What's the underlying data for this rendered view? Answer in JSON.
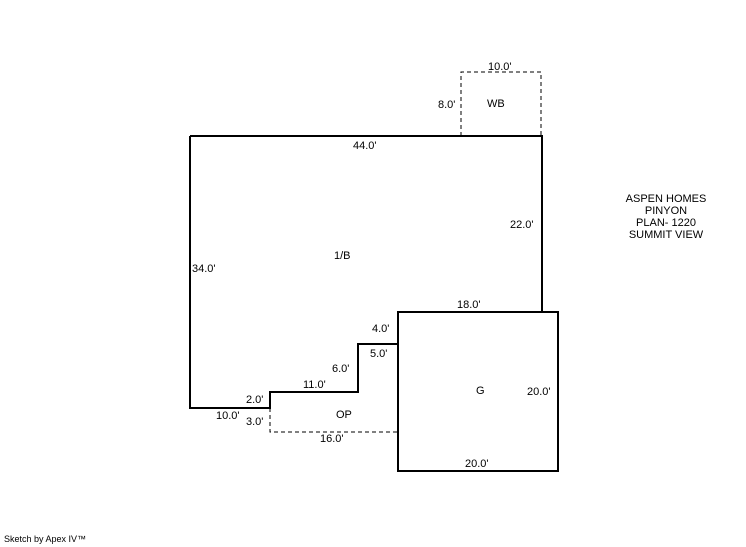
{
  "sketch": {
    "areas": {
      "main": "1/B",
      "wb": "WB",
      "garage": "G",
      "porch": "OP"
    },
    "dimensions": {
      "wb_top": "10.0'",
      "wb_side": "8.0'",
      "main_top": "44.0'",
      "main_right": "22.0'",
      "main_left": "34.0'",
      "garage_top": "18.0'",
      "step_a": "4.0'",
      "step_b": "5.0'",
      "step_c": "6.0'",
      "step_d": "11.0'",
      "step_e": "2.0'",
      "main_bottom": "10.0'",
      "op_side": "3.0'",
      "op_bottom": "16.0'",
      "garage_right": "20.0'",
      "garage_bottom": "20.0'"
    }
  },
  "info": {
    "line1": "ASPEN HOMES",
    "line2": "PINYON",
    "line3": "PLAN- 1220",
    "line4": "SUMMIT VIEW"
  },
  "footer": {
    "credit": "Sketch by Apex IV™"
  }
}
